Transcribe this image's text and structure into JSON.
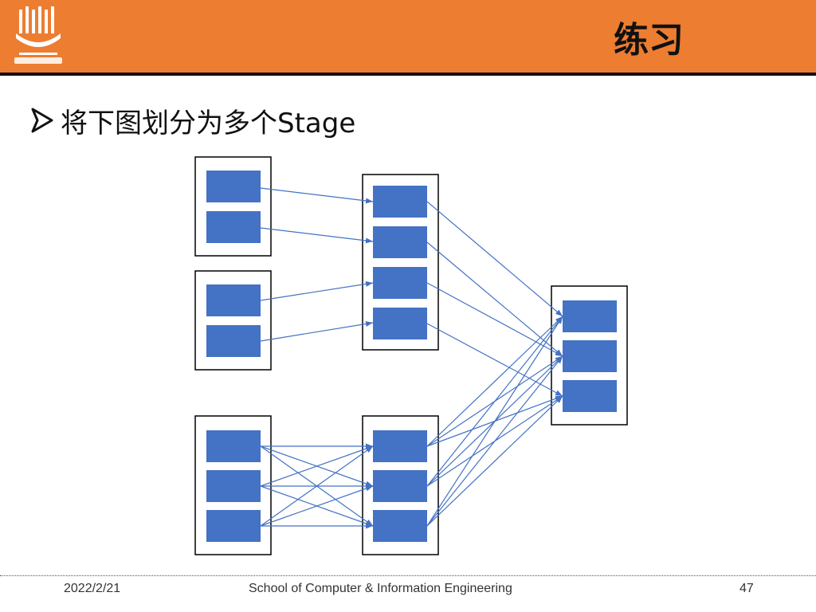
{
  "slide": {
    "title": "练习",
    "bullet": "将下图划分为多个Stage",
    "footer": {
      "date": "2022/2/21",
      "school": "School of Computer & Information Engineering",
      "page": "47"
    }
  },
  "colors": {
    "header": "#ED7D31",
    "block": "#4472C4",
    "arrow": "#4472C4",
    "frame": "#000000"
  },
  "icons": {
    "logo": "university-logo-icon",
    "bullet": "arrowhead-bullet-icon"
  }
}
